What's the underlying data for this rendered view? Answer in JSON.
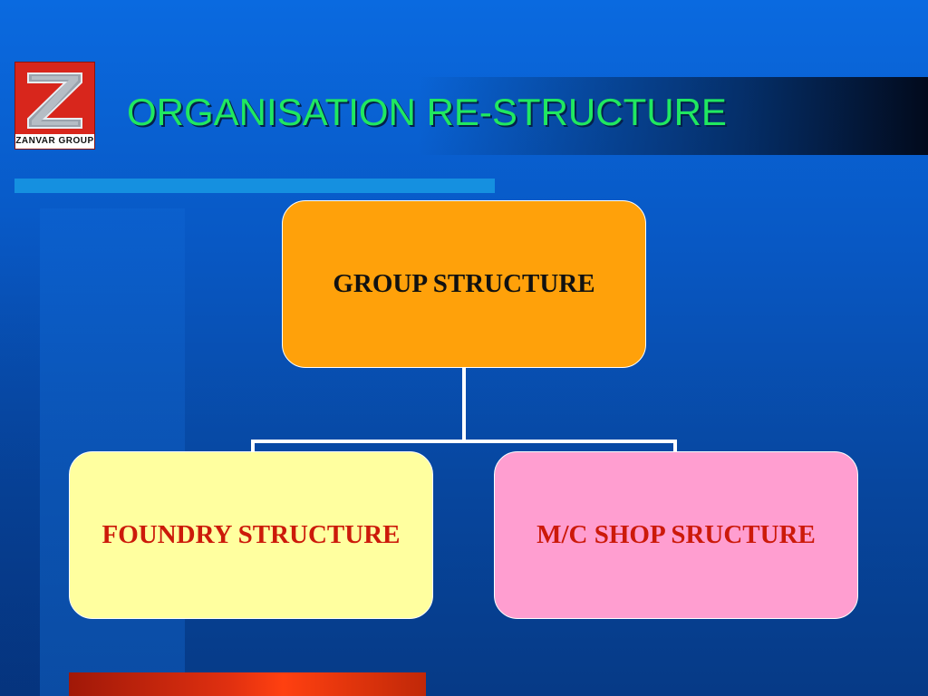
{
  "title": "ORGANISATION RE-STRUCTURE",
  "logo": {
    "brand_text": "ZANVAR GROUP",
    "icon": "zanvar-z-logo"
  },
  "diagram": {
    "root": "GROUP STRUCTURE",
    "children": [
      "FOUNDRY STRUCTURE",
      "M/C SHOP SRUCTURE"
    ]
  },
  "colors": {
    "background": "#0858c4",
    "title": "#20e860",
    "root_box": "#ffa10a",
    "foundry_box": "#ffff9f",
    "shop_box": "#ff9ed0",
    "child_text": "#cc1a0a",
    "accent_bar": "#1590e0",
    "bottom_bar": "#e03010"
  }
}
